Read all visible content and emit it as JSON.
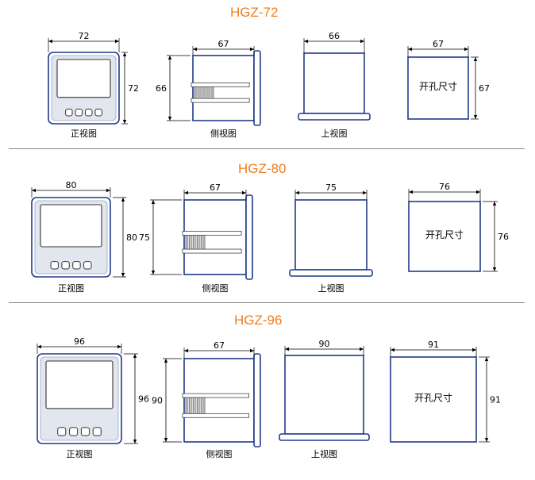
{
  "colors": {
    "title": "#f07d1b",
    "outline": "#1f3a8a",
    "dimension": "#000000",
    "separator": "#8a8a8a",
    "panel_shadow": "#e2e6ee"
  },
  "view_labels": {
    "front": "正视图",
    "side": "侧视图",
    "top": "上视图",
    "cutout_text": "开孔尺寸"
  },
  "models": [
    {
      "title": "HGZ-72",
      "front": {
        "width": "72",
        "height": "72"
      },
      "side": {
        "depth": "67",
        "height": "66"
      },
      "top": {
        "width": "66"
      },
      "cutout": {
        "width": "67",
        "height": "67"
      }
    },
    {
      "title": "HGZ-80",
      "front": {
        "width": "80",
        "height": "80"
      },
      "side": {
        "depth": "67",
        "height": "75"
      },
      "top": {
        "width": "75"
      },
      "cutout": {
        "width": "76",
        "height": "76"
      }
    },
    {
      "title": "HGZ-96",
      "front": {
        "width": "96",
        "height": "96"
      },
      "side": {
        "depth": "67",
        "height": "90"
      },
      "top": {
        "width": "90"
      },
      "cutout": {
        "width": "91",
        "height": "91"
      }
    }
  ]
}
